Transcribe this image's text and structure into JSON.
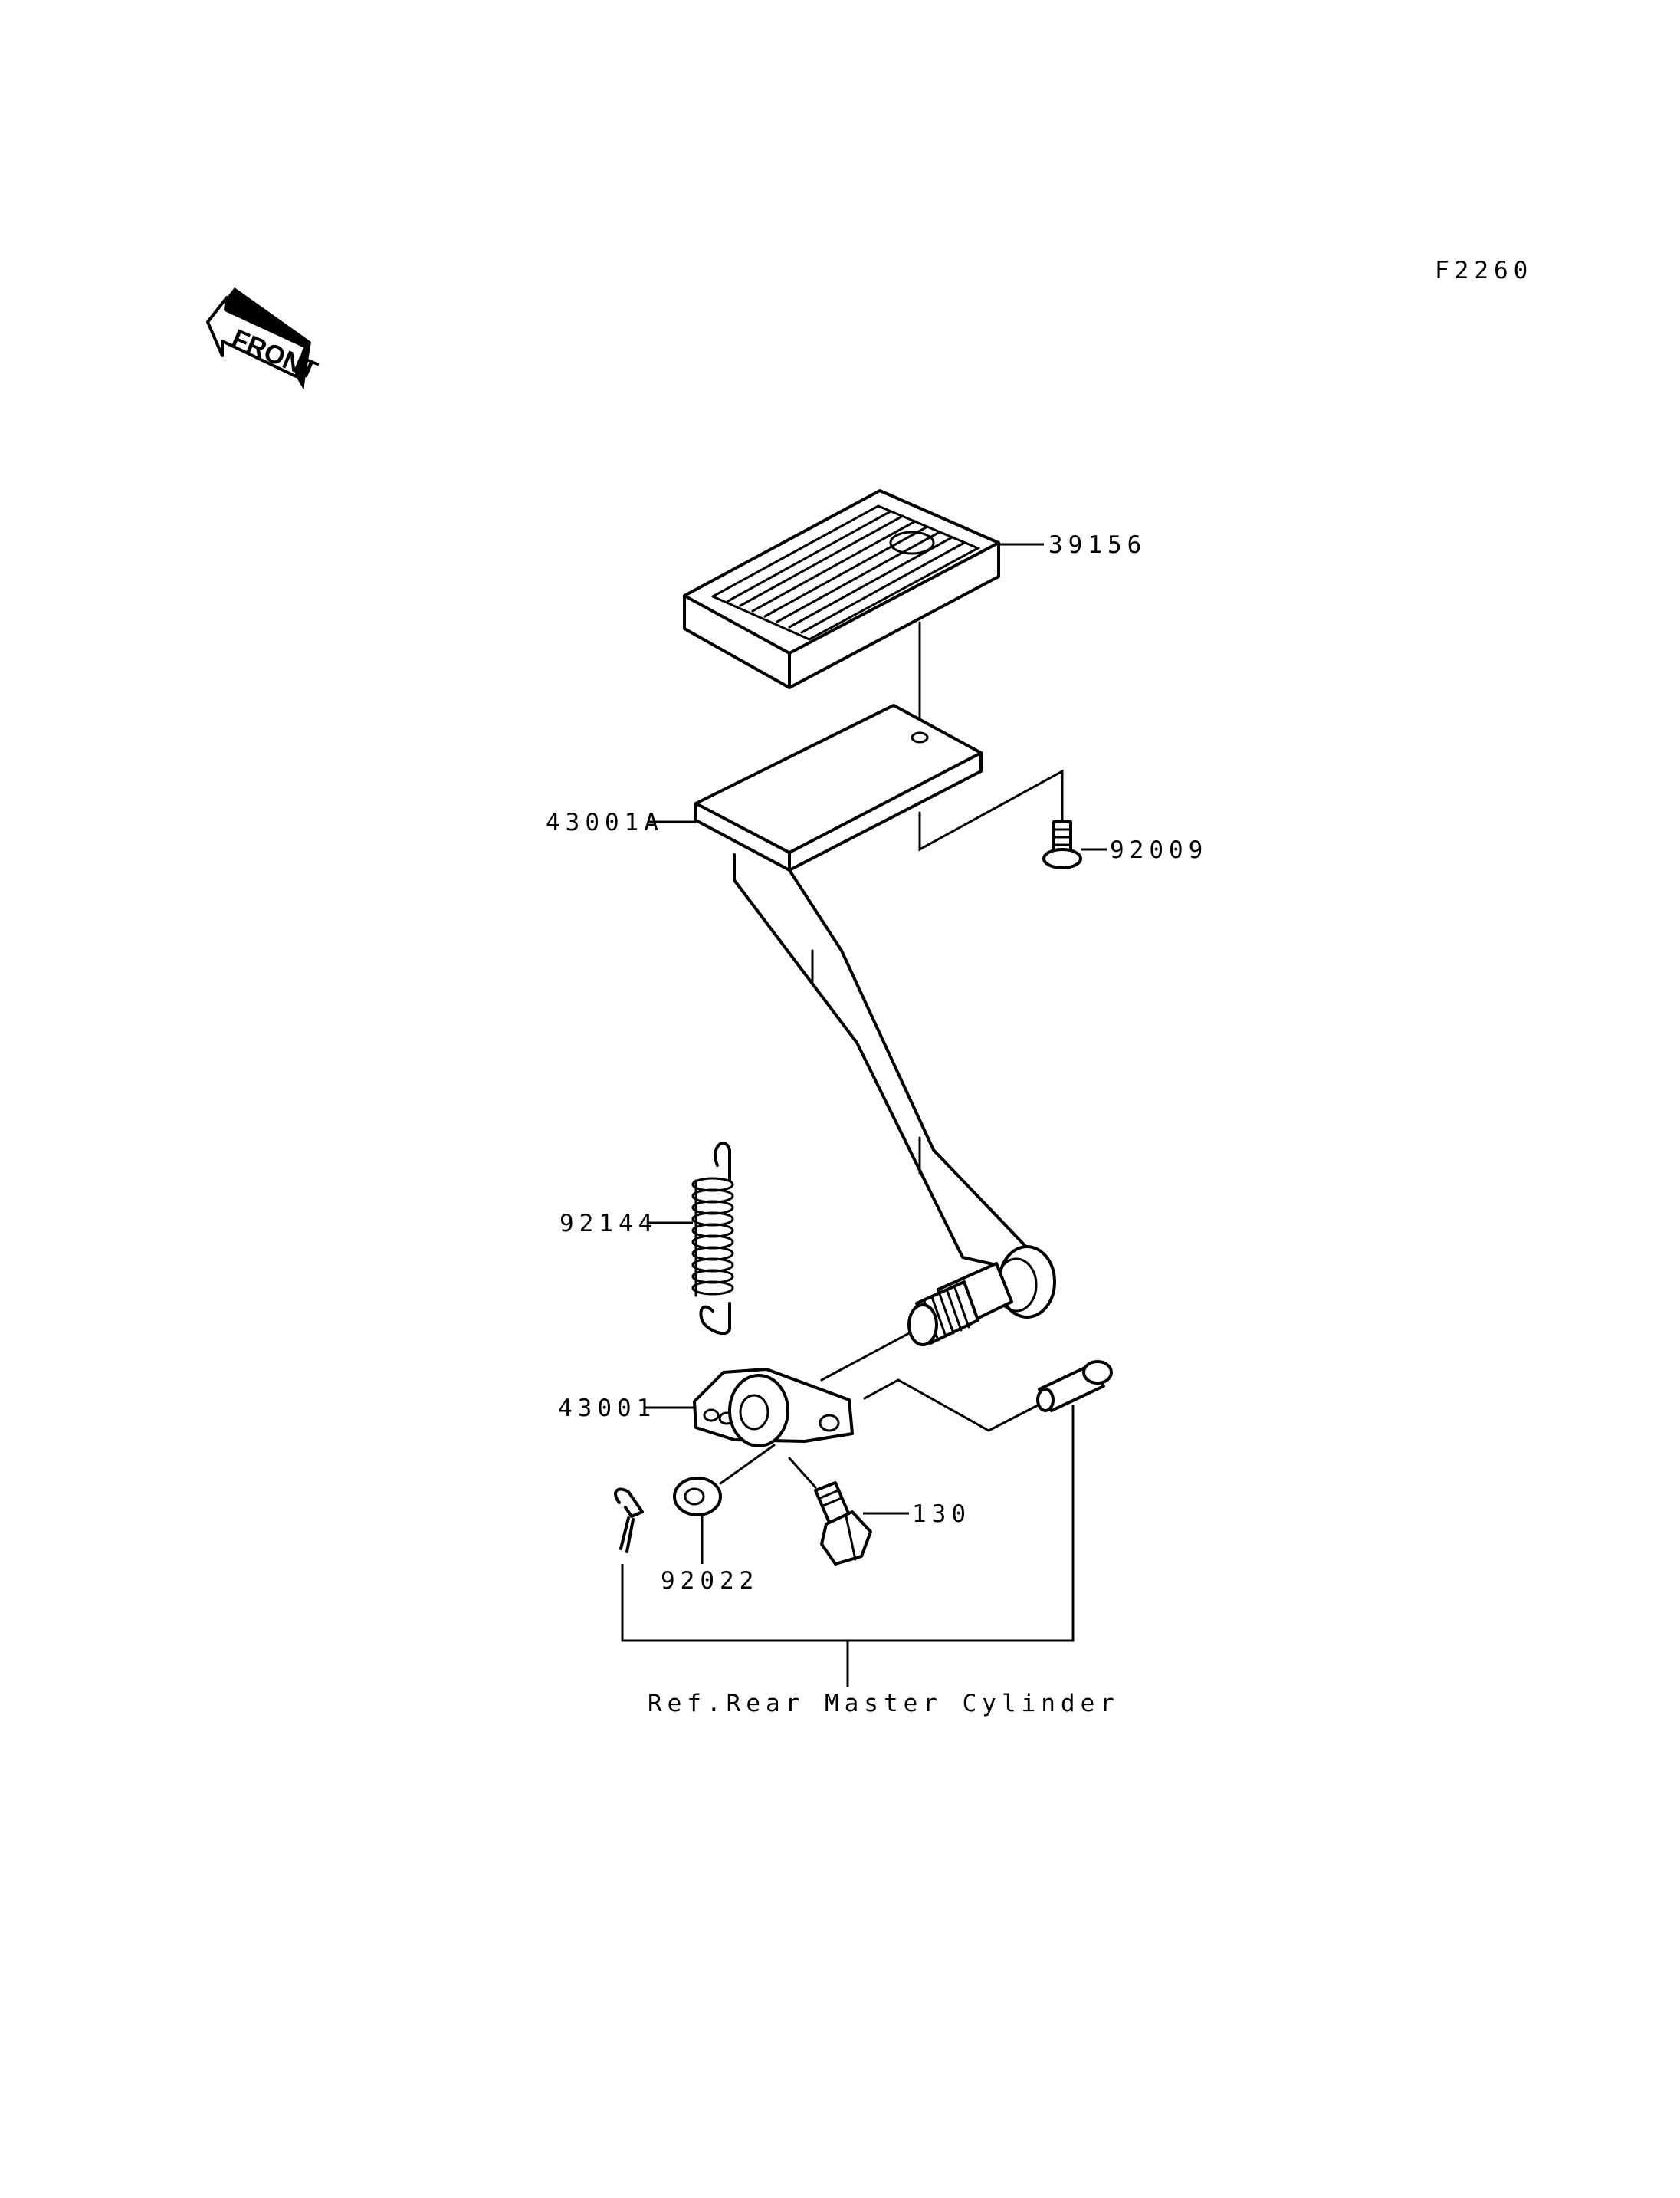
{
  "figure_code": "F2260",
  "front_arrow": {
    "text": "FRONT",
    "icon": "front-direction-arrow-icon"
  },
  "parts": {
    "pedal_pad": "39156",
    "brake_pedal_upper": "43001A",
    "bolt_92009": "92009",
    "return_spring": "92144",
    "pedal_lever": "43001",
    "bolt_130": "130",
    "washer": "92022"
  },
  "reference_note": "Ref.Rear Master Cylinder",
  "colors": {
    "ink": "#000000",
    "paper": "#ffffff"
  }
}
